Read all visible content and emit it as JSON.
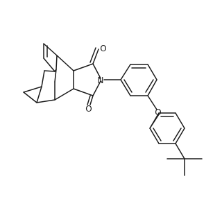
{
  "molecule": {
    "atoms": {
      "o1": "O",
      "o2": "O",
      "n": "N",
      "o3": "O"
    }
  }
}
